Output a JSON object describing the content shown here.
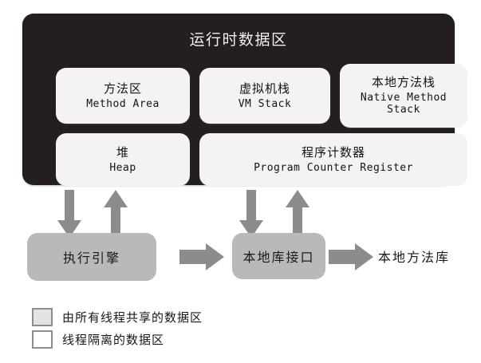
{
  "diagram": {
    "title": "运行时数据区",
    "colors": {
      "panel_bg": "#241f1e",
      "card_bg": "#f4f3f1",
      "grey_box": "#b9b9b9",
      "arrow": "#8c8c8c",
      "page_bg": "#ffffff",
      "legend_shared": "#e4e3e1",
      "legend_isolated": "#ffffff"
    },
    "memory_areas": [
      {
        "cn": "方法区",
        "en": "Method Area",
        "fill": "shared"
      },
      {
        "cn": "虚拟机栈",
        "en": "VM Stack",
        "fill": "isolated"
      },
      {
        "cn": "本地方法栈",
        "en": "Native Method\nStack",
        "fill": "isolated"
      },
      {
        "cn": "堆",
        "en": "Heap",
        "fill": "shared"
      },
      {
        "cn": "程序计数器",
        "en": "Program Counter Register",
        "fill": "isolated"
      }
    ],
    "native_stack_en_line1": "Native Method",
    "native_stack_en_line2": "Stack",
    "components": [
      {
        "label": "执行引擎"
      },
      {
        "label": "本地库接口"
      },
      {
        "label": "本地方法库"
      }
    ],
    "arrows": {
      "vertical": [
        "down",
        "up",
        "down",
        "up"
      ],
      "horizontal": [
        "right",
        "right"
      ]
    },
    "legend": [
      {
        "label": "由所有线程共享的数据区",
        "swatch": "shared"
      },
      {
        "label": "线程隔离的数据区",
        "swatch": "isolated"
      }
    ]
  }
}
